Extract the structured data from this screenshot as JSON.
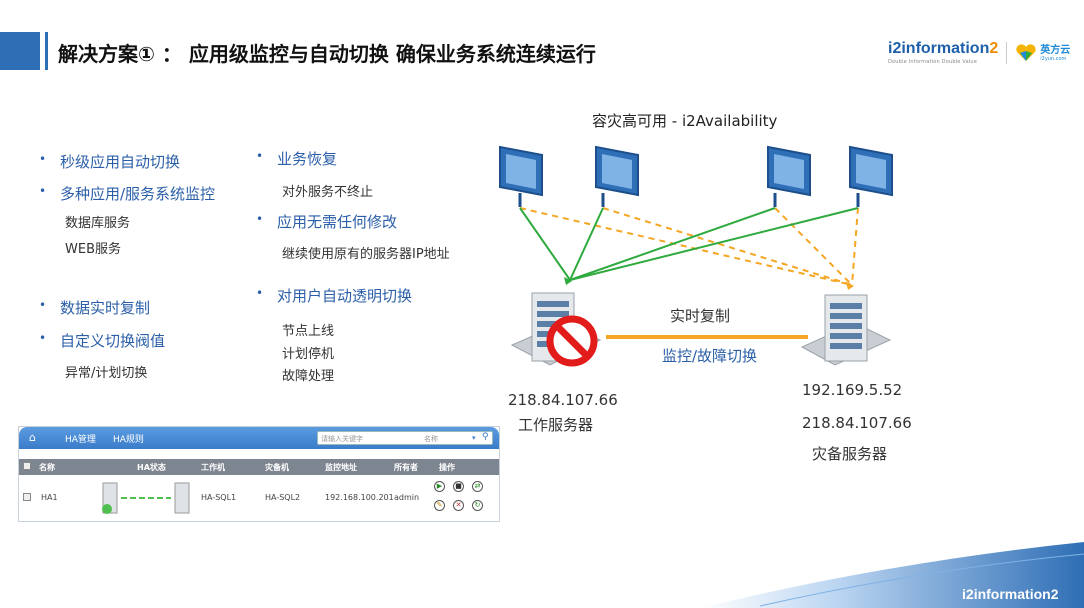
{
  "header": {
    "title": "解决方案① ： 应用级监控与自动切换 确保业务系统连续运行",
    "logo_text": "information",
    "logo_number": "2",
    "logo_tagline": "Double Information Double Value",
    "partner_name": "英方云",
    "partner_domain": "i2yun.com"
  },
  "features": {
    "col1": {
      "b1": "秒级应用自动切换",
      "b2": "多种应用/服务系统监控",
      "b2_sub1": "数据库服务",
      "b2_sub2": "WEB服务",
      "b3": "数据实时复制",
      "b4": "自定义切换阀值",
      "b4_sub1": "异常/计划切换"
    },
    "col2": {
      "b1": "业务恢复",
      "b1_sub1": "对外服务不终止",
      "b2": "应用无需任何修改",
      "b2_sub1": "继续使用原有的服务器IP地址",
      "b3": "对用户自动透明切换",
      "b3_sub1": "节点上线",
      "b3_sub2": "计划停机",
      "b3_sub3": "故障处理"
    }
  },
  "diagram": {
    "title": "容灾高可用 - i2Availability",
    "replication_label": "实时复制",
    "monitor_label": "监控/故障切换",
    "work_ip": "218.84.107.66",
    "work_label": "工作服务器",
    "backup_ip1": "192.169.5.52",
    "backup_ip2": "218.84.107.66",
    "backup_label": "灾备服务器",
    "colors": {
      "active_link": "#2eaa3e",
      "standby_link": "#f5a623",
      "monitor_link": "#f5a623",
      "screen": "#2f6fb8"
    }
  },
  "ha_table": {
    "breadcrumb1": "HA管理",
    "breadcrumb2": "HA规则",
    "search_placeholder": "请输入关键字",
    "search_scope": "名称",
    "headers": [
      "名称",
      "HA状态",
      "工作机",
      "灾备机",
      "监控地址",
      "所有者",
      "操作"
    ],
    "row": {
      "name": "HA1",
      "work": "HA-SQL1",
      "backup": "HA-SQL2",
      "monitor": "192.168.100.201",
      "owner": "admin"
    }
  },
  "footer": {
    "logo_text": "information",
    "logo_number": "2"
  }
}
